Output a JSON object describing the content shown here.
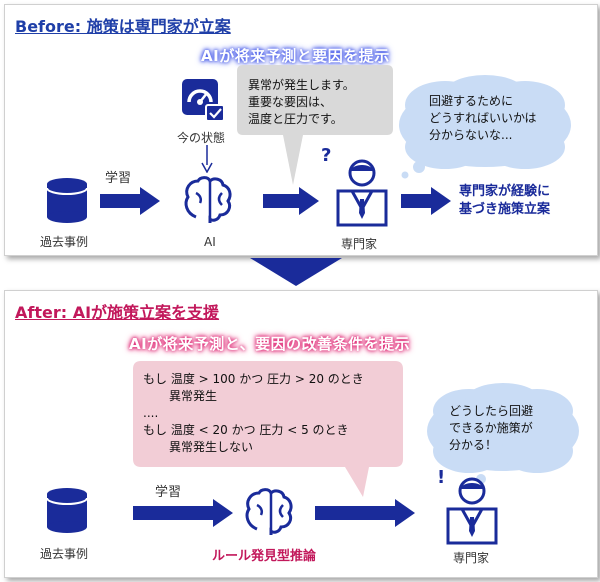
{
  "colors": {
    "navy": "#1a2b9a",
    "before_title": "#1f3fa8",
    "after_title": "#c2185b",
    "blue_glow": "#5566ee",
    "pink_glow": "#e0307a",
    "pink_box": "#f2cdd6",
    "gray_box": "#d9d9d9",
    "cloud": "#c9dcf5"
  },
  "before": {
    "title": "Before: 施策は専門家が立案",
    "subtitle": "AIが将来予測と要因を提示",
    "status_label": "今の状態",
    "learn_label": "学習",
    "past_label": "過去事例",
    "ai_label": "AI",
    "expert_label": "専門家",
    "bubble_lines": [
      "異常が発生します。",
      "重要な要因は、",
      "温度と圧力です。"
    ],
    "cloud_lines": [
      "回避するために",
      "どうすればいいかは",
      "分からないな..."
    ],
    "result_lines": [
      "専門家が経験に",
      "基づき施策立案"
    ]
  },
  "after": {
    "title": "After: AIが施策立案を支援",
    "subtitle": "AIが将来予測と、要因の改善条件を提示",
    "learn_label": "学習",
    "past_label": "過去事例",
    "rule_label": "ルール発見型推論",
    "expert_label": "専門家",
    "rules": [
      "もし 温度 > 100 かつ 圧力 > 20 のとき",
      "異常発生",
      "....",
      "もし 温度 < 20 かつ 圧力 < 5 のとき",
      "異常発生しない"
    ],
    "cloud_lines": [
      "どうしたら回避",
      "できるか施策が",
      "分かる！"
    ]
  }
}
